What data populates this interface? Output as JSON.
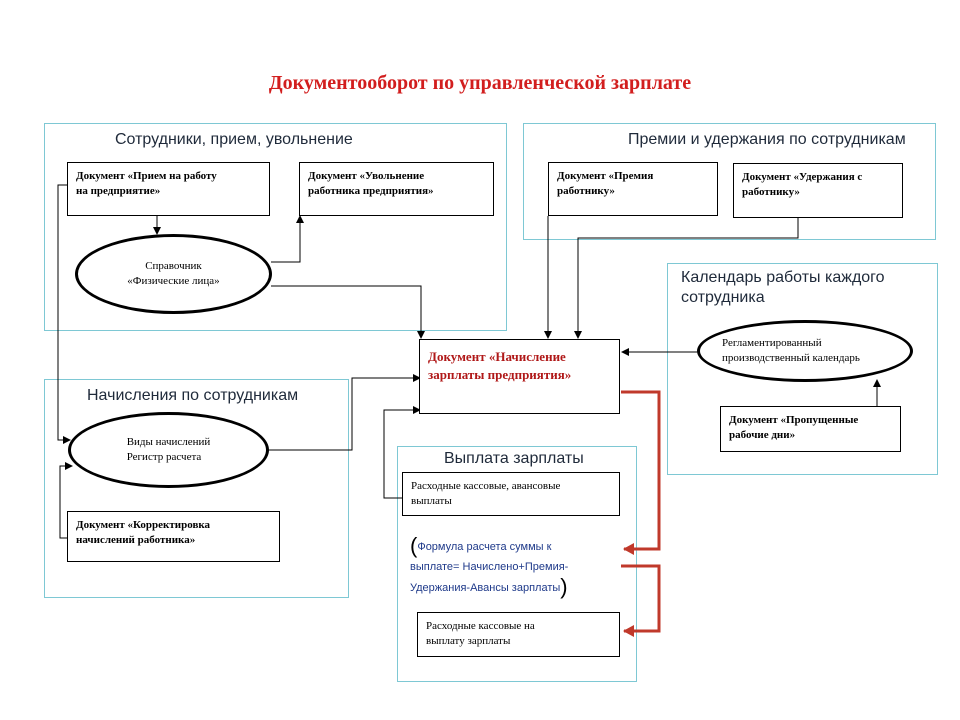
{
  "title": "Документооборот по управленческой зарплате",
  "groups": {
    "employees": {
      "title": "Сотрудники, прием, увольнение"
    },
    "bonuses": {
      "title": "Премии и удержания по сотрудникам"
    },
    "calendar": {
      "title_line1": "Календарь работы каждого",
      "title_line2": "сотрудника"
    },
    "accruals": {
      "title": "Начисления по сотрудникам"
    },
    "payment": {
      "title": "Выплата зарплаты"
    }
  },
  "nodes": {
    "hire_doc": {
      "line1": "Документ  «Прием  на  работу",
      "line2": "на  предприятие»"
    },
    "dismiss_doc": {
      "line1": "Документ  «Увольнение",
      "line2": "работника  предприятия»"
    },
    "persons_ref": {
      "line1": "Справочник",
      "line2": "«Физические лица»"
    },
    "bonus_doc": {
      "line1": "Документ  «Премия",
      "line2": "работнику»"
    },
    "deduction_doc": {
      "line1": "Документ  «Удержания  с",
      "line2": "работнику»"
    },
    "reg_calendar": {
      "line1": "Регламентированный",
      "line2": "производственный  календарь"
    },
    "missed_days_doc": {
      "line1": "Документ  «Пропущенные",
      "line2": "рабочие  дни»"
    },
    "accrual_types": {
      "line1": "Виды начислений",
      "line2": "Регистр  расчета"
    },
    "correction_doc": {
      "line1": "Документ  «Корректировка",
      "line2": "начислений  работника»"
    },
    "payroll_doc": {
      "line1": "Документ «Начисление",
      "line2": "зарплаты предприятия»"
    },
    "cash_advance": {
      "line1": "Расходные  кассовые,  авансовые",
      "line2": "выплаты"
    },
    "formula": {
      "open": "(",
      "line1": "Формула расчета суммы к",
      "line2": "выплате=  Начислено+Премия-",
      "line3": "Удержания-Авансы  зарплаты",
      "close": ")"
    },
    "cash_salary": {
      "line1": "Расходные  кассовые на",
      "line2": "выплату зарплаты"
    }
  },
  "colors": {
    "title": "#d21e1e",
    "group_border": "#7ec8d4",
    "central_text": "#b01818",
    "formula_text": "#1f3a8a",
    "highlight_arrow": "#c0392b",
    "connector": "#000000"
  }
}
